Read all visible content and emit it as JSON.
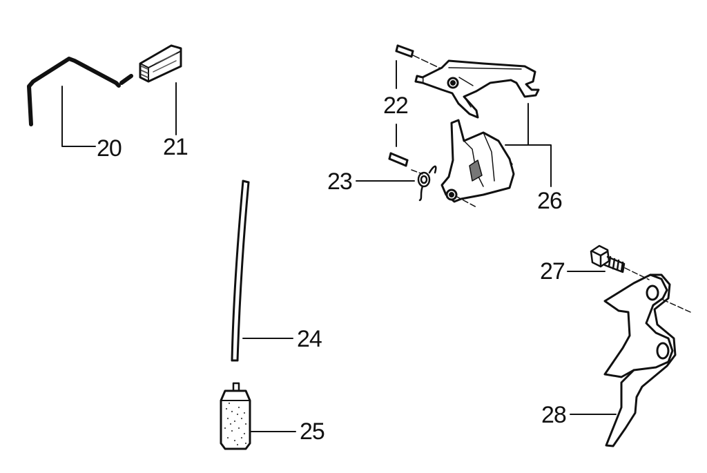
{
  "diagram": {
    "callouts": [
      {
        "number": "20"
      },
      {
        "number": "21"
      },
      {
        "number": "22"
      },
      {
        "number": "23"
      },
      {
        "number": "24"
      },
      {
        "number": "25"
      },
      {
        "number": "26"
      },
      {
        "number": "27"
      },
      {
        "number": "28"
      }
    ],
    "colors": {
      "ink": "#111111",
      "paper": "#ffffff",
      "shade": "#555555"
    }
  }
}
